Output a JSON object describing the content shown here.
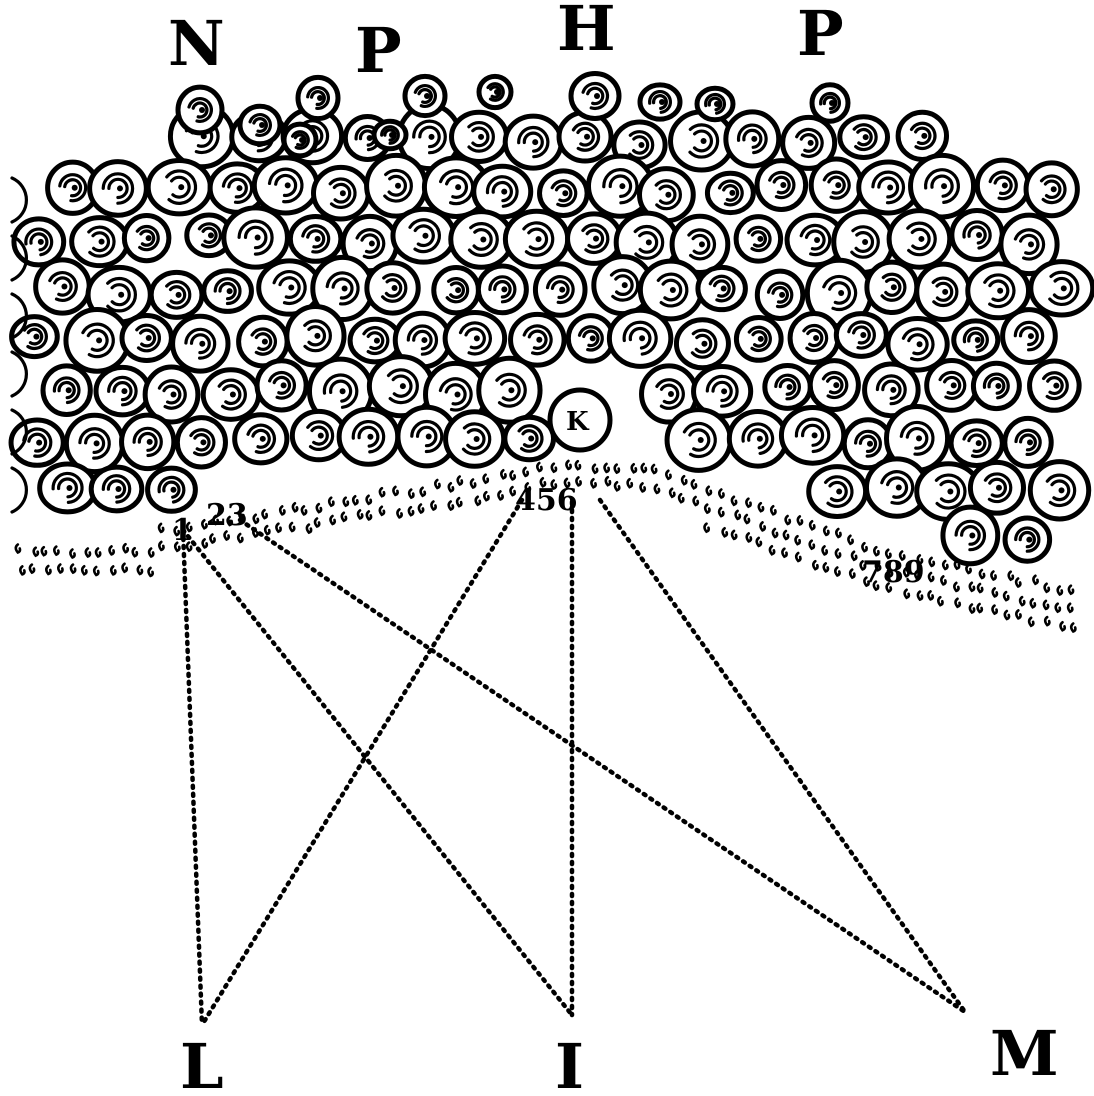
{
  "top_labels": [
    {
      "id": "N",
      "text": "N"
    },
    {
      "id": "P1",
      "text": "P"
    },
    {
      "id": "H",
      "text": "H"
    },
    {
      "id": "P2",
      "text": "P"
    }
  ],
  "center_label": {
    "text": "K"
  },
  "point_labels": [
    {
      "id": "1",
      "text": "1"
    },
    {
      "id": "23",
      "text": "23"
    },
    {
      "id": "456",
      "text": "456"
    },
    {
      "id": "789",
      "text": "789"
    }
  ],
  "bottom_labels": [
    {
      "id": "L",
      "text": "L"
    },
    {
      "id": "I",
      "text": "I"
    },
    {
      "id": "M",
      "text": "M"
    }
  ],
  "rays": [
    {
      "from": "1",
      "to": "L"
    },
    {
      "from": "1",
      "to": "I"
    },
    {
      "from": "3",
      "to": "M"
    },
    {
      "from": "4",
      "to": "L"
    },
    {
      "from": "5",
      "to": "I"
    },
    {
      "from": "6",
      "to": "M"
    }
  ],
  "colors": {
    "ink": "#000000",
    "paper": "#ffffff"
  }
}
